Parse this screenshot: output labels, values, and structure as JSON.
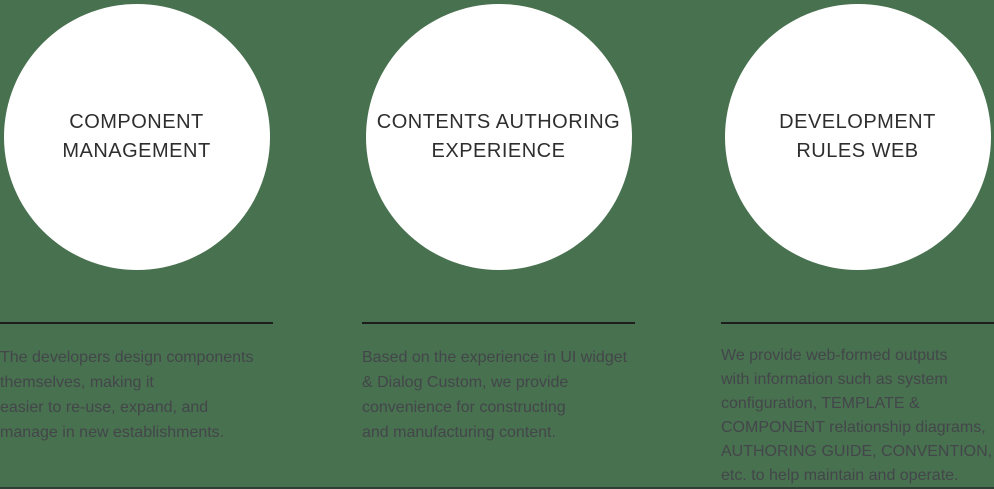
{
  "page": {
    "colors": {
      "background": "#48714F",
      "circle": "#FFFFFF",
      "title": "#2E2E2E",
      "body": "#43464A",
      "divider": "#1D1D1D",
      "bottom-edge": "#2E3F33"
    }
  },
  "columns": [
    {
      "title": "COMPONENT\nMANAGEMENT",
      "description": "The developers design components\nthemselves, making it\neasier to re-use, expand, and\nmanage in new establishments."
    },
    {
      "title": "CONTENTS AUTHORING\nEXPERIENCE",
      "description": "Based on the experience in UI widget\n& Dialog Custom, we provide\nconvenience for constructing\nand manufacturing content."
    },
    {
      "title": "DEVELOPMENT\nRULES WEB",
      "description": "We provide web-formed outputs\nwith information such as system\nconfiguration, TEMPLATE &\nCOMPONENT relationship diagrams,\nAUTHORING GUIDE, CONVENTION,\netc. to help maintain and operate."
    }
  ]
}
